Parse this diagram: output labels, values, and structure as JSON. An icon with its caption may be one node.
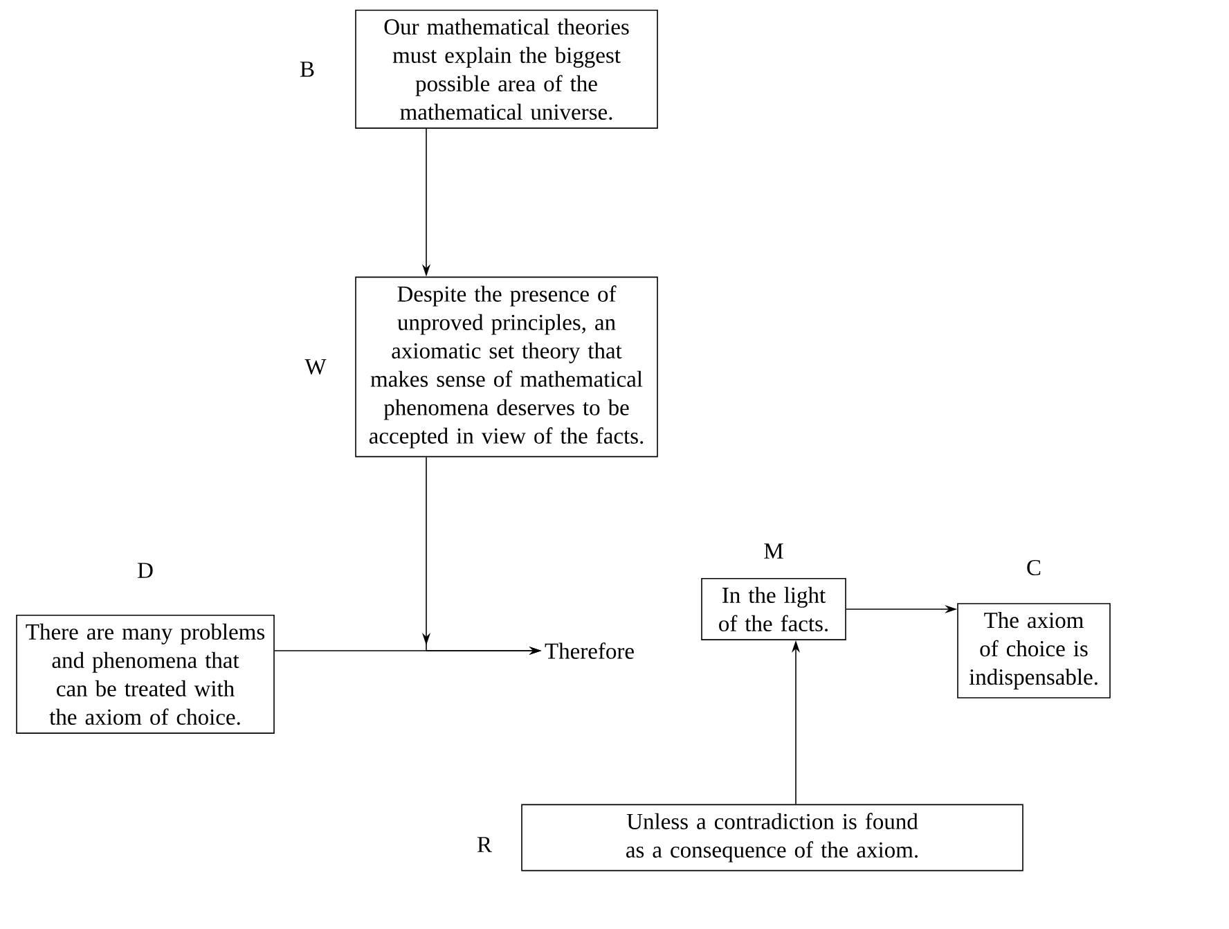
{
  "diagram": {
    "nodes": [
      {
        "text": [
          "Our mathematical theories must explain the biggest possible area of the mathematical universe."
        ],
        "beside": [
          "B"
        ]
      },
      {
        "text": [
          "Despite the presence of unproved principles, an axiomatic set theory that makes sense of mathematical phenomena deserves to be accepted in view of the facts."
        ],
        "beside": [
          "W"
        ]
      },
      {
        "text": [
          "There are many problems and phenomena that can be treated with the axiom of choice."
        ],
        "beside": [
          "D"
        ]
      },
      {
        "text": [
          "Therefore"
        ]
      },
      {
        "text": [
          "In the light of the facts."
        ],
        "beside": [
          "M"
        ]
      },
      {
        "text": [
          "The axiom of choice is indispensable."
        ],
        "beside": [
          "C"
        ]
      },
      {
        "text": [
          "Unless a contradiction is found as a consequence of the axiom."
        ],
        "beside": [
          "R"
        ]
      }
    ],
    "edges": [
      {
        "from": 0,
        "to": 1,
        "arrow": "to"
      },
      {
        "from": 1,
        "to": 3,
        "arrow": "to"
      },
      {
        "from": 2,
        "to": 3,
        "arrow": "to"
      },
      {
        "from": 4,
        "to": 5,
        "arrow": "to"
      },
      {
        "from": 6,
        "to": 4,
        "arrow": "to"
      }
    ]
  }
}
